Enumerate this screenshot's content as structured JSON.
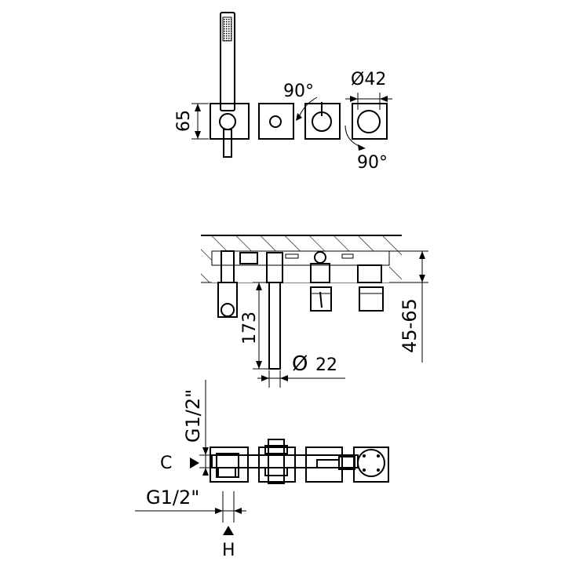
{
  "labels": {
    "height_65": "65",
    "angle_top": "90°",
    "diameter_42": "Ø42",
    "angle_bottom": "90°",
    "spout_173": "173",
    "diameter_22_symbol": "Ø",
    "diameter_22_value": "22",
    "wall_depth": "45-65",
    "thread_top": "G1/2\"",
    "cold_label": "C",
    "thread_bottom": "G1/2\"",
    "hot_label": "H"
  }
}
